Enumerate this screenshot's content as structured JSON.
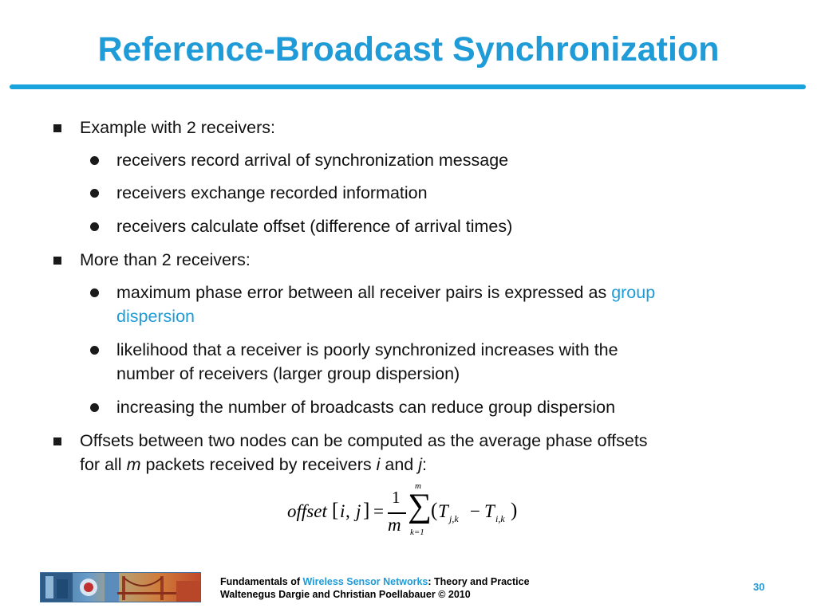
{
  "slide": {
    "title": "Reference-Broadcast Synchronization",
    "bullets": [
      {
        "text": "Example with 2 receivers:"
      },
      {
        "text": "receivers record arrival of synchronization message"
      },
      {
        "text": "receivers exchange recorded information"
      },
      {
        "text": "receivers calculate offset (difference of arrival times)"
      },
      {
        "text": "More than 2 receivers:"
      },
      {
        "pre": "maximum phase error between all receiver pairs is expressed as ",
        "highlight1": "group",
        "highlight2": "dispersion"
      },
      {
        "line1": "likelihood that a receiver is poorly synchronized increases with the",
        "line2": "number of receivers (larger group dispersion)"
      },
      {
        "text": "increasing the number of broadcasts can reduce group dispersion"
      },
      {
        "line1": "Offsets between two nodes can be computed as the average phase offsets",
        "pre": "for all ",
        "m": "m",
        "mid": " packets received by receivers ",
        "i": "i",
        "and": " and ",
        "j": "j",
        "end": ":"
      }
    ],
    "formula": {
      "lhs_name": "offset",
      "lhs_args_open": "[",
      "lhs_i": "i",
      "lhs_comma": ", ",
      "lhs_j": "j",
      "lhs_args_close": "]",
      "equals": "=",
      "frac_num": "1",
      "frac_den": "m",
      "sigma": "∑",
      "sum_top": "m",
      "sum_bottom": "k=1",
      "open_paren": "(",
      "T1": "T",
      "T1_sub": "j,k",
      "minus": "−",
      "T2": "T",
      "T2_sub": "i,k",
      "close_paren": ")"
    }
  },
  "footer": {
    "line1_pre": "Fundamentals of ",
    "line1_highlight": "Wireless Sensor Networks",
    "line1_post": ": Theory and Practice",
    "line2": "Waltenegus Dargie and Christian Poellabauer © 2010",
    "page_number": "30"
  },
  "colors": {
    "accent": "#1f9bd7",
    "text": "#111111"
  }
}
